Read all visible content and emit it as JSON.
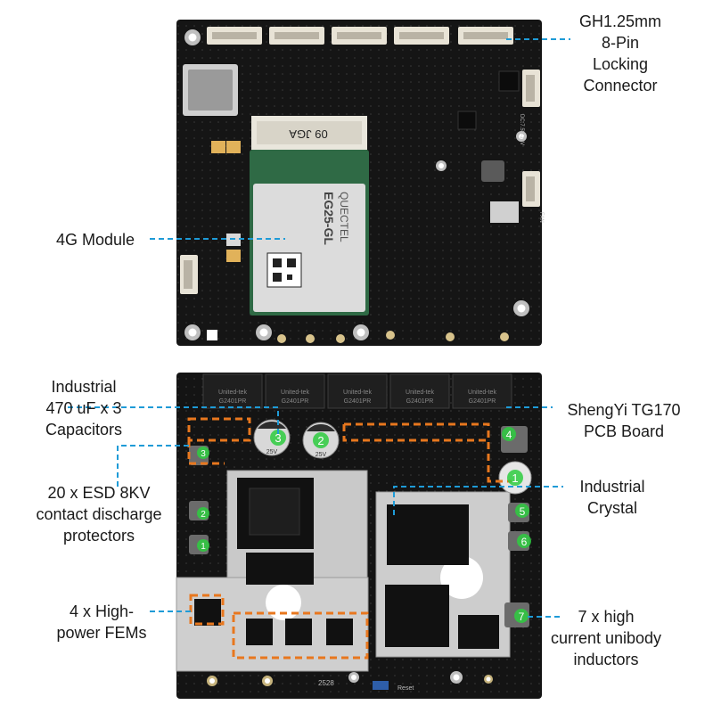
{
  "callouts": {
    "connector": [
      "GH1.25mm",
      "8-Pin",
      "Locking",
      "Connector"
    ],
    "module": [
      "4G Module"
    ],
    "capacitors": [
      "Industrial",
      "470 uF x 3",
      "Capacitors"
    ],
    "esd": [
      "20 x ESD 8KV",
      "contact discharge",
      "protectors"
    ],
    "fems": [
      "4 x High-",
      "power FEMs"
    ],
    "pcb": [
      "ShengYi TG170",
      "PCB Board"
    ],
    "crystal": [
      "Industrial",
      "Crystal"
    ],
    "inductors": [
      "7 x high",
      "current unibody",
      "inductors"
    ]
  },
  "colors": {
    "leader": "#1e9bd7",
    "highlight": "#e8771e",
    "marker": "#2ecc40",
    "pcb": "#141414"
  },
  "board_text": {
    "mpcie_label": "09 JGA",
    "module_brand": "QUECTEL",
    "module_model": "EG25-GL",
    "chip_brand": "United-tek",
    "chip_model": "G2401PR",
    "cap_voltage": "25V",
    "bottom_mark": "2528",
    "reset_label": "Reset",
    "power_label": "DC:7.5V-16V",
    "fan_label": "FAN"
  },
  "markers": [
    "1",
    "2",
    "3",
    "4",
    "5",
    "6",
    "7"
  ]
}
